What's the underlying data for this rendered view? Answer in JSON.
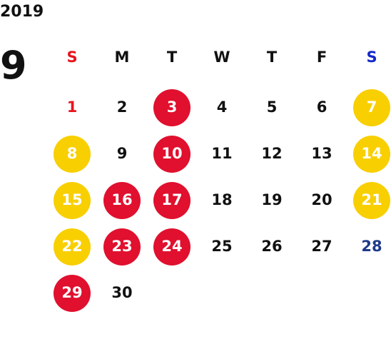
{
  "calendar": {
    "year": "2019",
    "month": "9",
    "weekdays": [
      {
        "label": "S",
        "color": "#e8141e"
      },
      {
        "label": "M",
        "color": "#111111"
      },
      {
        "label": "T",
        "color": "#111111"
      },
      {
        "label": "W",
        "color": "#111111"
      },
      {
        "label": "T",
        "color": "#111111"
      },
      {
        "label": "F",
        "color": "#111111"
      },
      {
        "label": "S",
        "color": "#1428c8"
      }
    ],
    "colors": {
      "red_circle": "#e0102e",
      "yellow_circle": "#f8cf00",
      "sunday_text": "#e8141e",
      "saturday_text": "#1e3a8a",
      "weekday_text": "#111111",
      "circle_text": "#ffffff"
    },
    "weeks": [
      [
        {
          "day": "1",
          "mark": "sunday-text"
        },
        {
          "day": "2",
          "mark": "none"
        },
        {
          "day": "3",
          "mark": "red-circle"
        },
        {
          "day": "4",
          "mark": "none"
        },
        {
          "day": "5",
          "mark": "none"
        },
        {
          "day": "6",
          "mark": "none"
        },
        {
          "day": "7",
          "mark": "yellow-circle"
        }
      ],
      [
        {
          "day": "8",
          "mark": "yellow-circle"
        },
        {
          "day": "9",
          "mark": "none"
        },
        {
          "day": "10",
          "mark": "red-circle"
        },
        {
          "day": "11",
          "mark": "none"
        },
        {
          "day": "12",
          "mark": "none"
        },
        {
          "day": "13",
          "mark": "none"
        },
        {
          "day": "14",
          "mark": "yellow-circle"
        }
      ],
      [
        {
          "day": "15",
          "mark": "yellow-circle"
        },
        {
          "day": "16",
          "mark": "red-circle"
        },
        {
          "day": "17",
          "mark": "red-circle"
        },
        {
          "day": "18",
          "mark": "none"
        },
        {
          "day": "19",
          "mark": "none"
        },
        {
          "day": "20",
          "mark": "none"
        },
        {
          "day": "21",
          "mark": "yellow-circle"
        }
      ],
      [
        {
          "day": "22",
          "mark": "yellow-circle"
        },
        {
          "day": "23",
          "mark": "red-circle"
        },
        {
          "day": "24",
          "mark": "red-circle"
        },
        {
          "day": "25",
          "mark": "none"
        },
        {
          "day": "26",
          "mark": "none"
        },
        {
          "day": "27",
          "mark": "none"
        },
        {
          "day": "28",
          "mark": "saturday-text"
        }
      ],
      [
        {
          "day": "29",
          "mark": "red-circle"
        },
        {
          "day": "30",
          "mark": "none"
        }
      ]
    ]
  }
}
